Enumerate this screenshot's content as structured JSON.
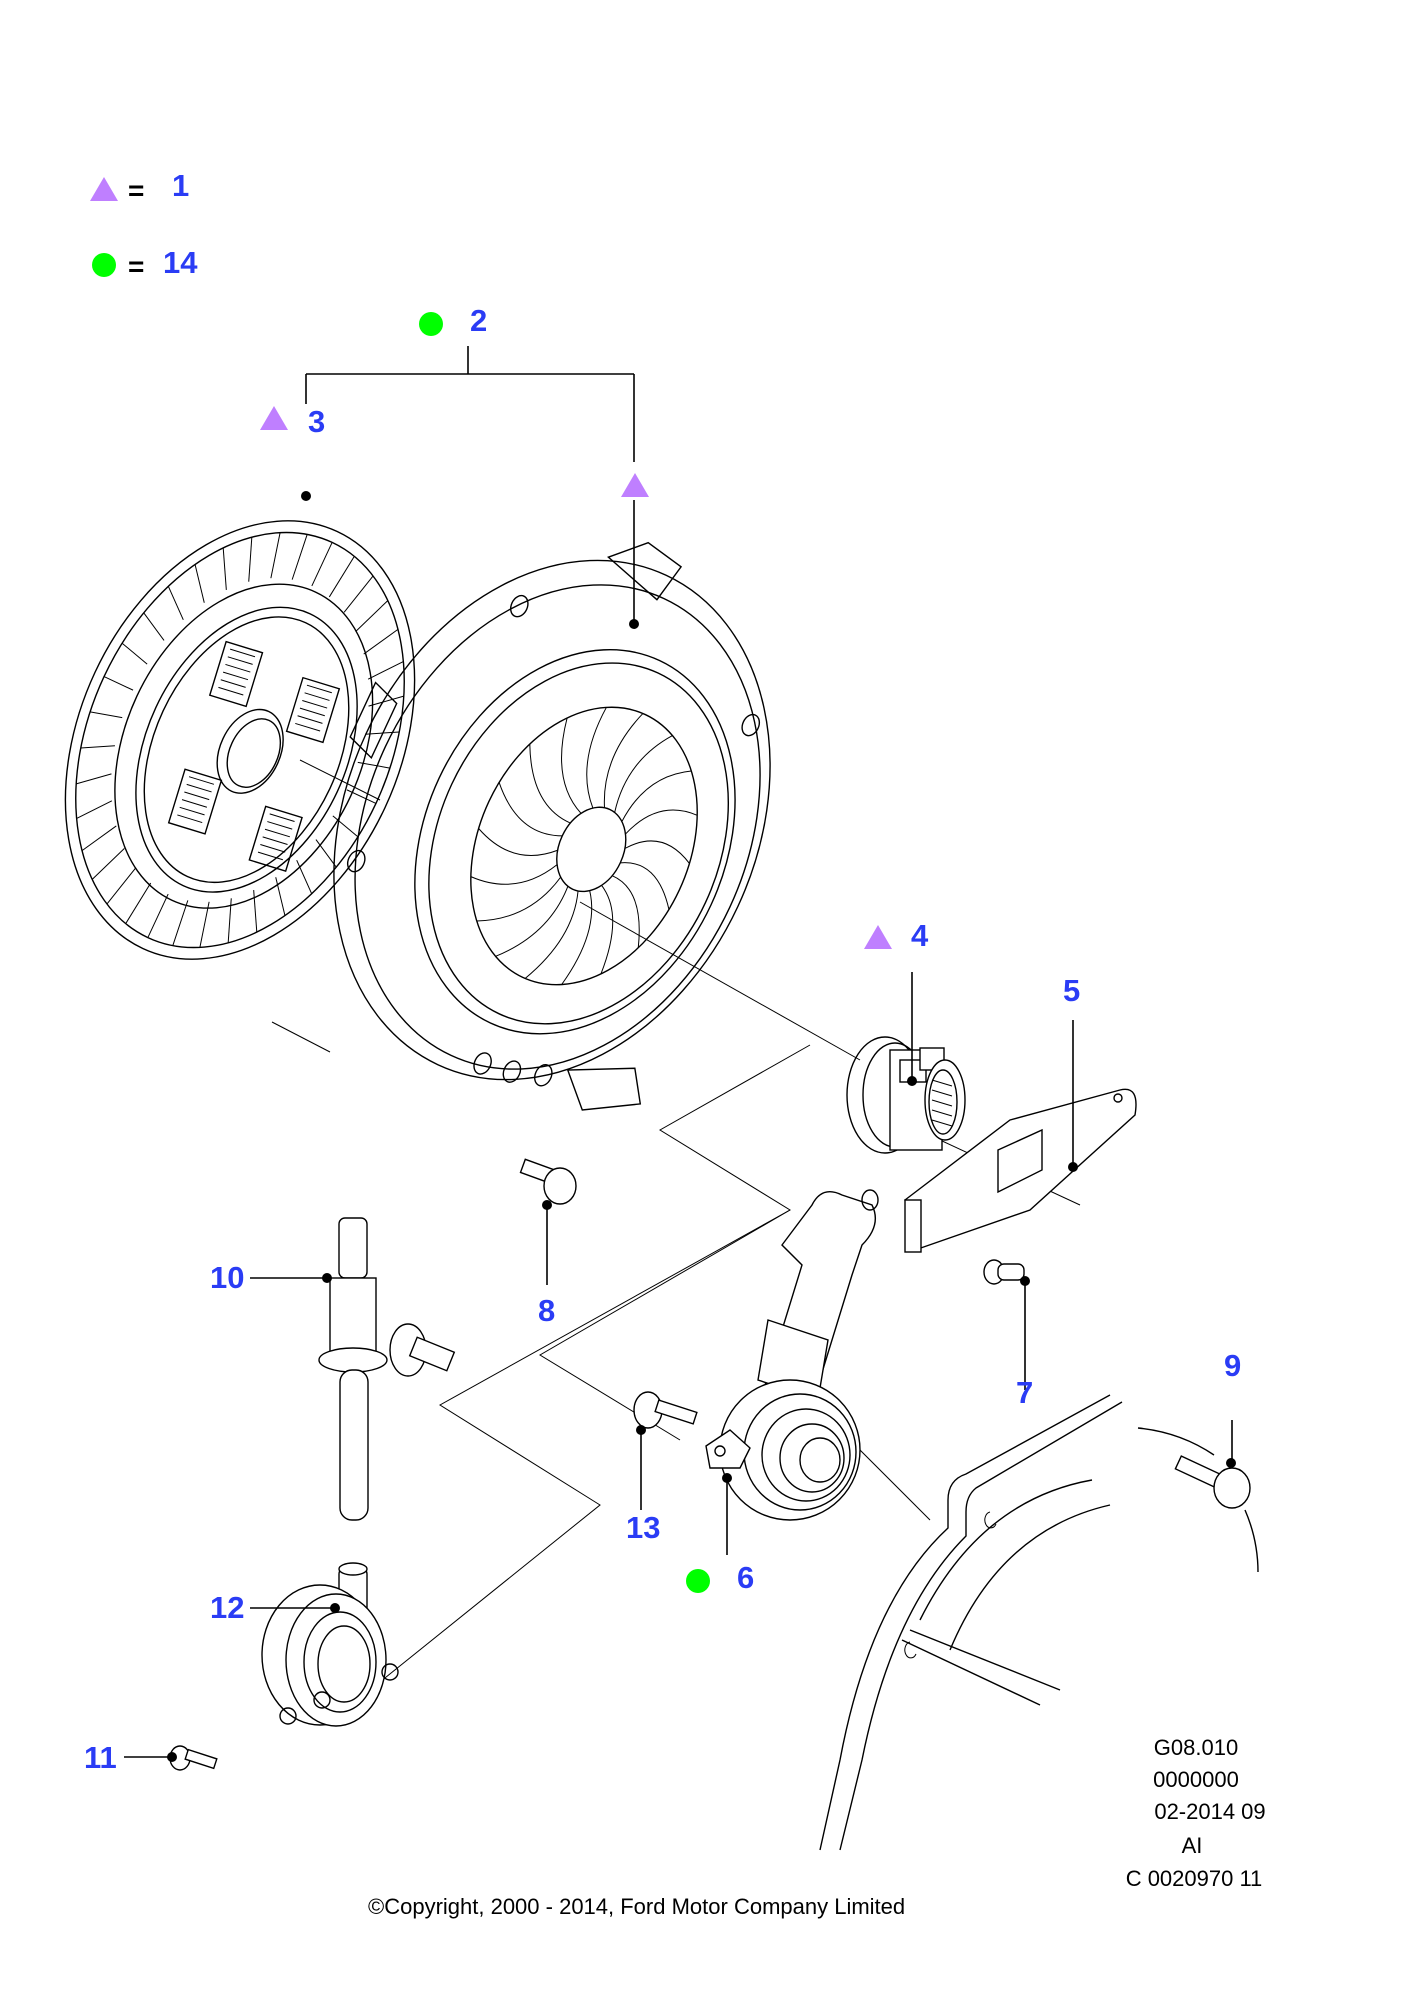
{
  "diagram": {
    "title_code": "G08.010",
    "legend": [
      {
        "symbol": "triangle-icon",
        "color": "#bf7fff",
        "equals": "=",
        "value": "1"
      },
      {
        "symbol": "circle-icon",
        "color": "#00ff00",
        "equals": "=",
        "value": "14"
      }
    ],
    "callouts": [
      {
        "id": "2",
        "label": "2",
        "marker": "circle",
        "part": "clutch-kit"
      },
      {
        "id": "3",
        "label": "3",
        "marker": "triangle",
        "part": "clutch-disc"
      },
      {
        "id": "3b",
        "label": "",
        "marker": "triangle",
        "part": "pressure-plate"
      },
      {
        "id": "4",
        "label": "4",
        "marker": "triangle",
        "part": "release-bearing"
      },
      {
        "id": "5",
        "label": "5",
        "marker": "none",
        "part": "release-fork"
      },
      {
        "id": "6",
        "label": "6",
        "marker": "circle",
        "part": "slave-cylinder"
      },
      {
        "id": "7",
        "label": "7",
        "marker": "none",
        "part": "pivot-stud"
      },
      {
        "id": "8",
        "label": "8",
        "marker": "none",
        "part": "pressure-plate-bolt"
      },
      {
        "id": "9",
        "label": "9",
        "marker": "none",
        "part": "housing-bolt"
      },
      {
        "id": "10",
        "label": "10",
        "marker": "none",
        "part": "bleed-connector"
      },
      {
        "id": "11",
        "label": "11",
        "marker": "none",
        "part": "slave-cylinder-bolt"
      },
      {
        "id": "12",
        "label": "12",
        "marker": "none",
        "part": "concentric-slave-cylinder"
      },
      {
        "id": "13",
        "label": "13",
        "marker": "none",
        "part": "slave-cylinder-bolt-2"
      }
    ],
    "reference_block": [
      "G08.010",
      "0000000",
      "02-2014 09",
      "AI",
      "C 0020970 11"
    ],
    "copyright": "©Copyright, 2000 - 2014, Ford Motor Company Limited",
    "colors": {
      "label": "#2a3cf5",
      "triangle": "#bf7fff",
      "circle": "#00ff00",
      "line": "#000000"
    }
  }
}
